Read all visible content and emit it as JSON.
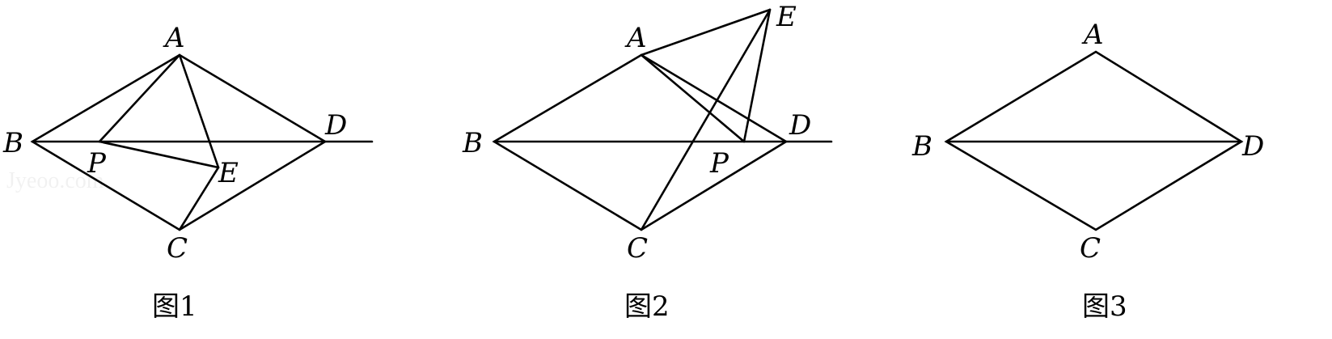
{
  "watermark": "Jyeoo.com",
  "figures": [
    {
      "caption": "图1",
      "labels": {
        "A": "A",
        "B": "B",
        "C": "C",
        "D": "D",
        "P": "P",
        "E": "E"
      }
    },
    {
      "caption": "图2",
      "labels": {
        "A": "A",
        "B": "B",
        "C": "C",
        "D": "D",
        "P": "P",
        "E": "E"
      }
    },
    {
      "caption": "图3",
      "labels": {
        "A": "A",
        "B": "B",
        "C": "C",
        "D": "D"
      }
    }
  ]
}
